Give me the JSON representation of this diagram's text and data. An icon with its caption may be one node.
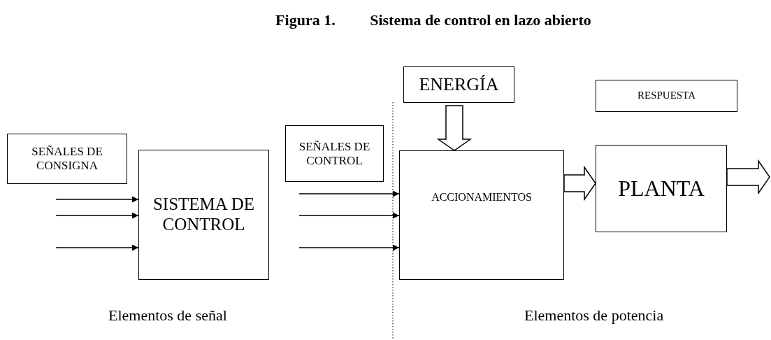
{
  "diagram": {
    "title": "Figura 1.         Sistema de control en lazo abierto",
    "nodes": [
      {
        "text": [
          "ENERGÍA"
        ]
      },
      {
        "text": [
          "RESPUESTA"
        ]
      },
      {
        "text": [
          "SEÑALES DE CONSIGNA"
        ]
      },
      {
        "text": [
          "SISTEMA DE CONTROL"
        ]
      },
      {
        "text": [
          "SEÑALES DE CONTROL"
        ]
      },
      {
        "text": [
          "ACCIONAMIENTOS"
        ]
      },
      {
        "text": [
          "PLANTA"
        ]
      }
    ],
    "edges": [
      {
        "from": null,
        "to": 3,
        "arrow": "to"
      },
      {
        "from": null,
        "to": 3,
        "arrow": "to"
      },
      {
        "from": null,
        "to": 3,
        "arrow": "to"
      },
      {
        "from": null,
        "to": 5,
        "arrow": "to"
      },
      {
        "from": null,
        "to": 5,
        "arrow": "to"
      },
      {
        "from": null,
        "to": 5,
        "arrow": "to"
      },
      {
        "from": 0,
        "to": 5,
        "arrow": "to",
        "style": "thick"
      },
      {
        "from": 5,
        "to": 6,
        "arrow": "to",
        "style": "thick"
      },
      {
        "from": 6,
        "to": null,
        "arrow": "to",
        "style": "thick"
      }
    ],
    "labels": [
      "Elementos de señal",
      "Elementos de potencia"
    ]
  }
}
